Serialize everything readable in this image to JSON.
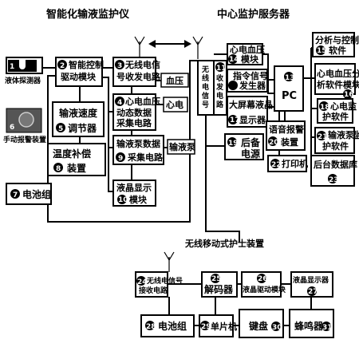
{
  "titles": {
    "monitor": "智能化输液监护仪",
    "server": "中心监护服务器",
    "nurse": "无线移动式护士装置"
  },
  "monitor": {
    "m1": {
      "num": "1",
      "label": "液体探测器"
    },
    "m2": {
      "num": "2",
      "line1": "智能控制",
      "line2": "驱动模块"
    },
    "m3": {
      "num": "3",
      "line1": "无线电信",
      "line2": "号收发电路"
    },
    "m4": {
      "num": "4",
      "line1": "心电血压",
      "line2": "动态数据",
      "line3": "采集电路"
    },
    "m5": {
      "num": "5",
      "line1": "输液速度",
      "line2": "调节器"
    },
    "m6": {
      "num": "6",
      "label": "手动报警装置"
    },
    "m7": {
      "num": "7",
      "label": "电池组"
    },
    "m8": {
      "num": "8",
      "line1": "温度补偿",
      "line2": "装置"
    },
    "m9": {
      "num": "9",
      "line1": "输液泵数据",
      "line2": "采集电路"
    },
    "m10": {
      "num": "10",
      "line1": "液晶显示",
      "line2": "模块"
    },
    "blood_pressure": "血压",
    "ecg": "心电",
    "infusion_pump": "输液泵"
  },
  "server": {
    "s11": {
      "num": "11",
      "col": [
        "无",
        "线",
        "电",
        "信",
        "号"
      ]
    },
    "s12": {
      "num": "12",
      "col": [
        "收",
        "发",
        "电",
        "路"
      ]
    },
    "s13": {
      "num": "13",
      "label": "PC"
    },
    "s14": {
      "num": "14",
      "line1": "心电血压",
      "line2": "模块"
    },
    "s15": {
      "num": "15",
      "line1": "分析与控制",
      "line2": "软件"
    },
    "s16": {
      "num": "16",
      "line1": "心电血压分",
      "line2": "析软件模块"
    },
    "s17": {
      "num": "17",
      "line1": "大屏幕液晶",
      "line2": "显示器"
    },
    "s18": {
      "num": "18",
      "line1": "心电监",
      "line2": "护软件"
    },
    "s19": {
      "num": "19",
      "line1": "后备",
      "line2": "电源"
    },
    "s20": {
      "num": "20",
      "line1": "语音报警",
      "line2": "装置"
    },
    "s21": {
      "num": "21",
      "line1": "输液泵监",
      "line2": "护软件"
    },
    "s22": {
      "num": "22",
      "label": "打印机"
    },
    "s23": {
      "num": "23",
      "label": "后台数据库"
    },
    "s_cmd": {
      "num": "",
      "line1": "指令信号",
      "line2": "发生器"
    }
  },
  "nurse": {
    "n24": {
      "num": "24",
      "line1": "无线电信号",
      "line2": "接收电路"
    },
    "n25": {
      "num": "25",
      "label": "解码器"
    },
    "n26": {
      "num": "26",
      "label": "液晶驱动模块"
    },
    "n27": {
      "num": "27",
      "label": "液晶显示器"
    },
    "n28": {
      "num": "28",
      "label": "电池组"
    },
    "n29": {
      "num": "29",
      "label": "单片机"
    },
    "n30": {
      "num": "30",
      "label": "键盘"
    },
    "n31": {
      "num": "31",
      "label": "蜂鸣器"
    }
  }
}
